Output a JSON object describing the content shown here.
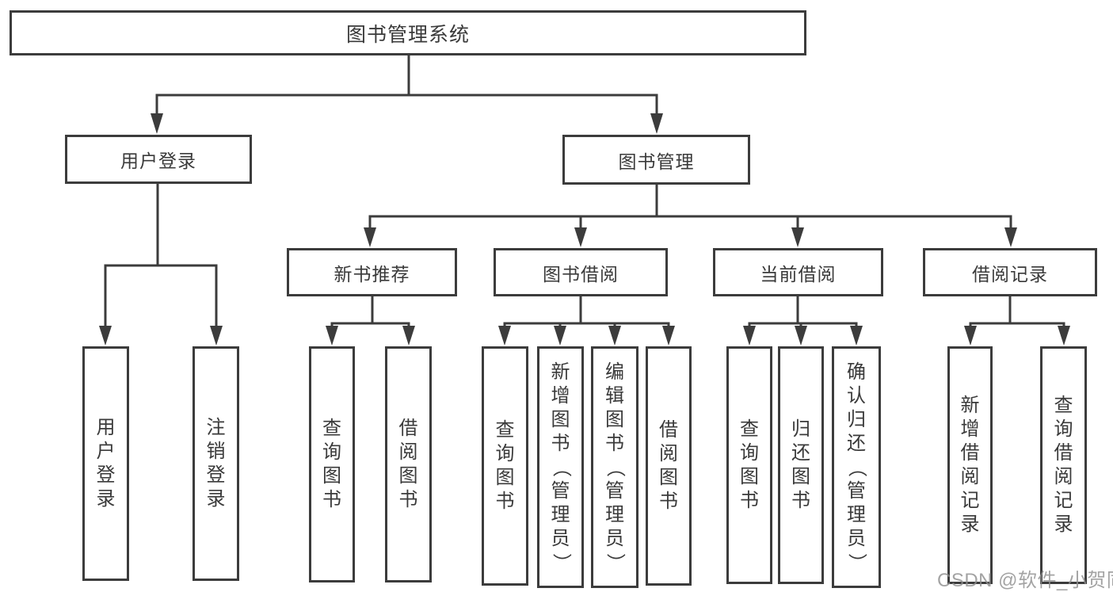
{
  "diagram_title": "图书管理系统",
  "colors": {
    "line": "#3c3c3c",
    "border": "#3c3c3c",
    "text": "#3a3a3a",
    "watermark_gray": "#8f8f8f",
    "background": "#ffffff"
  },
  "tree": {
    "label": "图书管理系统",
    "children": [
      {
        "label": "用户登录",
        "children": [
          {
            "label": "用户登录"
          },
          {
            "label": "注销登录"
          }
        ]
      },
      {
        "label": "图书管理",
        "children": [
          {
            "label": "新书推荐",
            "children": [
              {
                "label": "查询图书"
              },
              {
                "label": "借阅图书"
              }
            ]
          },
          {
            "label": "图书借阅",
            "children": [
              {
                "label": "查询图书"
              },
              {
                "label": "新增图书（管理员）"
              },
              {
                "label": "编辑图书（管理员）"
              },
              {
                "label": "借阅图书"
              }
            ]
          },
          {
            "label": "当前借阅",
            "children": [
              {
                "label": "查询图书"
              },
              {
                "label": "归还图书"
              },
              {
                "label": "确认归还（管理员）"
              }
            ]
          },
          {
            "label": "借阅记录",
            "children": [
              {
                "label": "新增借阅记录"
              },
              {
                "label": "查询借阅记录"
              }
            ]
          }
        ]
      }
    ]
  },
  "watermark": {
    "text": "CSDN @软件_小贺同学"
  }
}
